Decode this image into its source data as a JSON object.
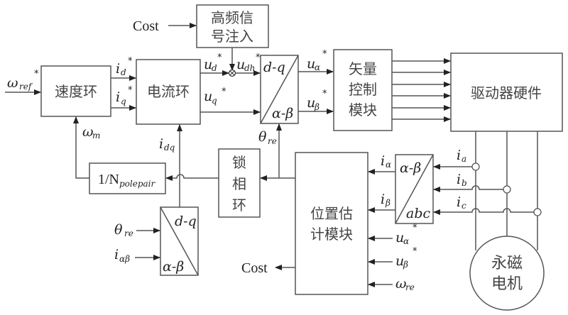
{
  "diagram": {
    "title": "",
    "blocks": {
      "hf_injection": "高频信号注入",
      "hf_injection_line1": "高频信",
      "hf_injection_line2": "号注入",
      "speed_loop": "速度环",
      "current_loop": "电流环",
      "dq_to_ab_top": "d-q",
      "dq_to_ab_bottom": "α-β",
      "vector_control": "矢量控制模块",
      "vector_control_line1": "矢量",
      "vector_control_line2": "控制",
      "vector_control_line3": "模块",
      "driver_hw": "驱动器硬件",
      "pll": "锁相环",
      "pll_line1": "锁",
      "pll_line2": "相",
      "pll_line3": "环",
      "pole_pair": "1/N",
      "pole_pair_sub": "polepair",
      "position_estimator": "位置估计模块",
      "position_estimator_line1": "位置估",
      "position_estimator_line2": "计模块",
      "ab_to_dq_top": "d-q",
      "ab_to_dq_bottom": "α-β",
      "abc_to_ab_top": "α-β",
      "abc_to_ab_bottom": "abc",
      "motor": "永磁电机",
      "motor_line1": "永磁",
      "motor_line2": "电机"
    },
    "signals": {
      "cost_in": "Cost",
      "cost_out": "Cost",
      "omega_ref": "ω",
      "omega_ref_sub": "ref",
      "id_ref": "i",
      "id_ref_sub": "d",
      "iq_ref": "i",
      "iq_ref_sub": "q",
      "ud_ref": "u",
      "ud_ref_sub": "d",
      "udh_ref": "u",
      "udh_ref_sub": "dh",
      "uq_ref": "u",
      "uq_ref_sub": "q",
      "ualpha_ref": "u",
      "ualpha_ref_sub": "α",
      "ubeta_ref": "u",
      "ubeta_ref_sub": "β",
      "omega_m": "ω",
      "omega_m_sub": "m",
      "i_dq": "i",
      "i_dq_sub": "dq",
      "theta_re": "θ",
      "theta_re_sub": "re",
      "theta_re_in": "θ",
      "theta_re_in_sub": "re",
      "i_alphabeta": "i",
      "i_alphabeta_sub": "αβ",
      "i_alpha": "i",
      "i_alpha_sub": "α",
      "i_beta": "i",
      "i_beta_sub": "β",
      "i_a": "i",
      "i_a_sub": "a",
      "i_b": "i",
      "i_b_sub": "b",
      "i_c": "i",
      "i_c_sub": "c",
      "u_alpha_est": "u",
      "u_alpha_est_sub": "α",
      "u_beta_est": "u",
      "u_beta_est_sub": "β",
      "omega_re": "ω",
      "omega_re_sub": "re",
      "star": "*"
    }
  }
}
